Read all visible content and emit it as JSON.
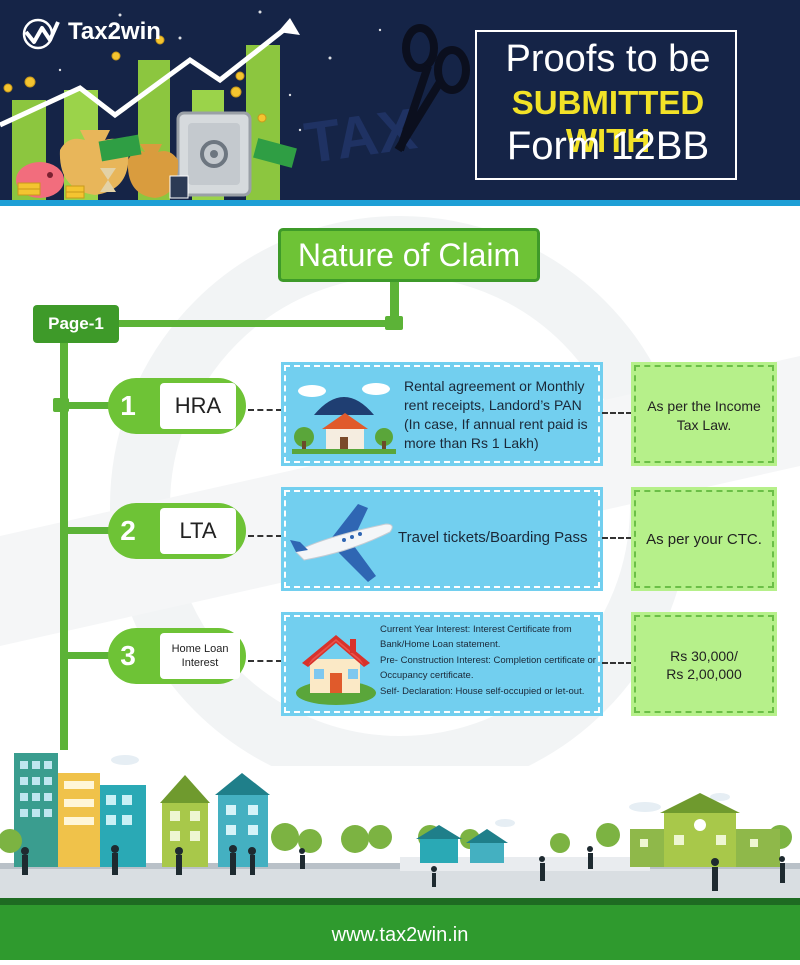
{
  "brand": {
    "name": "Tax2win"
  },
  "header": {
    "title_line1": "Proofs to be",
    "title_line2": "SUBMITTED WITH",
    "title_line3": "Form 12BB",
    "watermark": "TAX"
  },
  "main": {
    "heading": "Nature of Claim",
    "page_label": "Page-1",
    "claims": [
      {
        "number": "1",
        "label": "HRA",
        "proof": "Rental agreement or Monthly rent receipts, Landord’s PAN (In case, If annual rent paid is more than Rs 1 Lakh)",
        "limit": "As per the Income Tax Law."
      },
      {
        "number": "2",
        "label": "LTA",
        "proof": "Travel tickets/Boarding Pass",
        "limit": "As per your CTC."
      },
      {
        "number": "3",
        "label_line1": "Home Loan",
        "label_line2": "Interest",
        "proof_lines": [
          "Current Year Interest: Interest Certificate from Bank/Home Loan statement.",
          "Pre- Construction Interest: Completion certificate or Occupancy certificate.",
          "Self- Declaration: House self-occupied or let-out."
        ],
        "limit_line1": "Rs 30,000/",
        "limit_line2": "Rs 2,00,000"
      }
    ]
  },
  "footer": {
    "url": "www.tax2win.in"
  },
  "colors": {
    "navy": "#152447",
    "green": "#6ec336",
    "dark_green": "#3e9a29",
    "blue": "#72cfef",
    "light_green": "#b6f08a",
    "yellow": "#f2e227"
  }
}
